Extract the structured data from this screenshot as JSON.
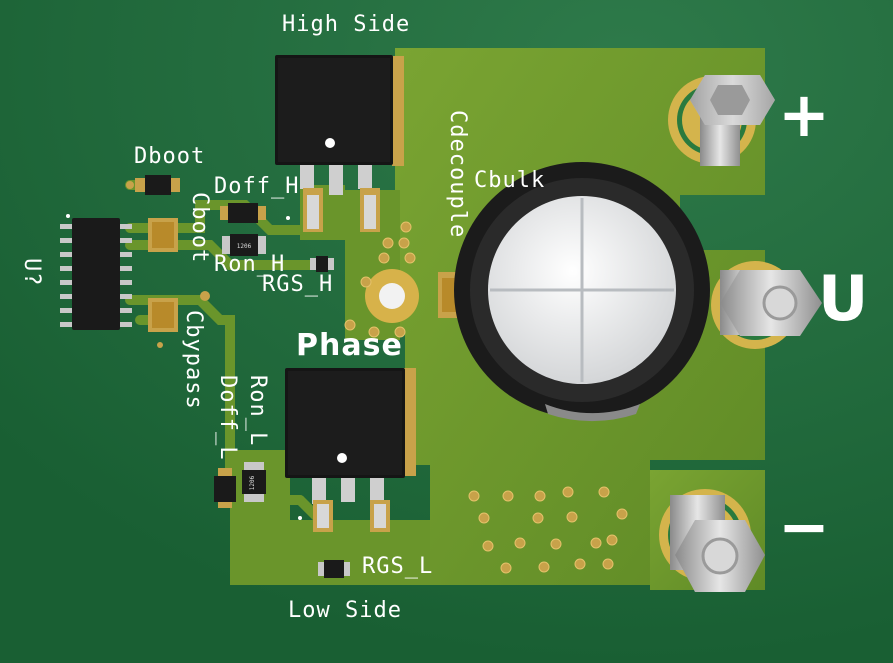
{
  "labels": {
    "high_side": "High Side",
    "low_side": "Low Side",
    "phase": "Phase",
    "dboot": "Dboot",
    "cboot": "Cboot",
    "doff_h": "Doff_H",
    "ron_h": "Ron_H",
    "rgs_h": "RGS_H",
    "u7": "U?",
    "cbypass": "Cbypass",
    "doff_l": "Doff_L",
    "ron_l": "Ron_L",
    "rgs_l": "RGS_L",
    "cdecouple": "Cdecouple",
    "cbulk": "Cbulk",
    "plus": "+",
    "u_terminal": "U",
    "minus": "−"
  },
  "resistor_marks": {
    "r1": "1206",
    "r2": "1206"
  },
  "colors": {
    "board": "#1e6a3a",
    "copper": "#6f9a2e",
    "pad": "#c8a24a",
    "silkscreen": "#ffffff"
  }
}
